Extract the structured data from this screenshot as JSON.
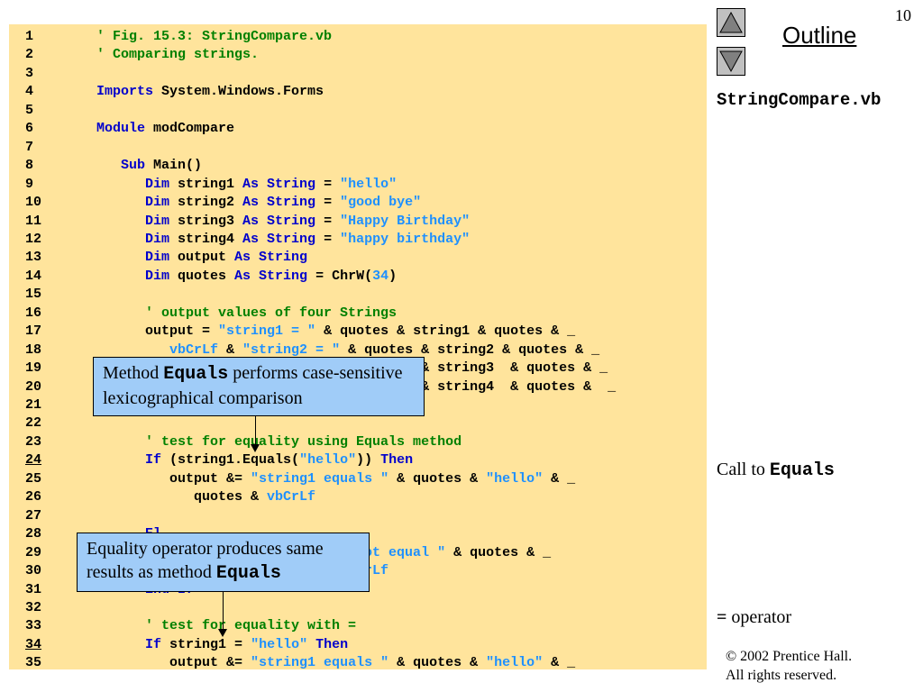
{
  "page_number": "10",
  "outline": {
    "title": "Outline",
    "nav_up_icon": "up-triangle",
    "nav_down_icon": "down-triangle",
    "file_name": "StringCompare.vb"
  },
  "side_notes": {
    "call_prefix": "Call to ",
    "call_method": "Equals",
    "operator_symbol": "=",
    "operator_text": " operator"
  },
  "copyright": {
    "line1": "© 2002 Prentice Hall.",
    "line2": "All rights reserved."
  },
  "callouts": {
    "equals_method": {
      "prefix": "Method ",
      "method": "Equals",
      "suffix": " performs case-sensitive lexicographical comparison"
    },
    "equality_operator": {
      "prefix": "Equality operator produces same results as method ",
      "method": "Equals"
    }
  },
  "code_lines": [
    {
      "num": "1",
      "tokens": [
        [
          "c",
          "   ' Fig. 15.3: StringCompare.vb"
        ]
      ]
    },
    {
      "num": "2",
      "tokens": [
        [
          "c",
          "   ' Comparing strings."
        ]
      ]
    },
    {
      "num": "3",
      "tokens": []
    },
    {
      "num": "4",
      "tokens": [
        [
          "k",
          "   Imports"
        ],
        [
          "t",
          " System.Windows.Forms"
        ]
      ]
    },
    {
      "num": "5",
      "tokens": []
    },
    {
      "num": "6",
      "tokens": [
        [
          "k",
          "   Module"
        ],
        [
          "t",
          " modCompare"
        ]
      ]
    },
    {
      "num": "7",
      "tokens": []
    },
    {
      "num": "8",
      "tokens": [
        [
          "k",
          "      Sub"
        ],
        [
          "t",
          " Main()"
        ]
      ]
    },
    {
      "num": "9",
      "tokens": [
        [
          "k",
          "         Dim"
        ],
        [
          "t",
          " string1 "
        ],
        [
          "k",
          "As String"
        ],
        [
          "t",
          " = "
        ],
        [
          "s",
          "\"hello\""
        ]
      ]
    },
    {
      "num": "10",
      "tokens": [
        [
          "k",
          "         Dim"
        ],
        [
          "t",
          " string2 "
        ],
        [
          "k",
          "As String"
        ],
        [
          "t",
          " = "
        ],
        [
          "s",
          "\"good bye\""
        ]
      ]
    },
    {
      "num": "11",
      "tokens": [
        [
          "k",
          "         Dim"
        ],
        [
          "t",
          " string3 "
        ],
        [
          "k",
          "As String"
        ],
        [
          "t",
          " = "
        ],
        [
          "s",
          "\"Happy Birthday\""
        ]
      ]
    },
    {
      "num": "12",
      "tokens": [
        [
          "k",
          "         Dim"
        ],
        [
          "t",
          " string4 "
        ],
        [
          "k",
          "As String"
        ],
        [
          "t",
          " = "
        ],
        [
          "s",
          "\"happy birthday\""
        ]
      ]
    },
    {
      "num": "13",
      "tokens": [
        [
          "k",
          "         Dim"
        ],
        [
          "t",
          " output "
        ],
        [
          "k",
          "As String"
        ]
      ]
    },
    {
      "num": "14",
      "tokens": [
        [
          "k",
          "         Dim"
        ],
        [
          "t",
          " quotes "
        ],
        [
          "k",
          "As String"
        ],
        [
          "t",
          " = ChrW("
        ],
        [
          "s",
          "34"
        ],
        [
          "t",
          ")"
        ]
      ]
    },
    {
      "num": "15",
      "tokens": []
    },
    {
      "num": "16",
      "tokens": [
        [
          "c",
          "         ' output values of four Strings"
        ]
      ]
    },
    {
      "num": "17",
      "tokens": [
        [
          "t",
          "         output = "
        ],
        [
          "s",
          "\"string1 = \""
        ],
        [
          "t",
          " & quotes & string1 & quotes & _"
        ]
      ]
    },
    {
      "num": "18",
      "tokens": [
        [
          "s",
          "            vbCrLf"
        ],
        [
          "t",
          " & "
        ],
        [
          "s",
          "\"string2 = \""
        ],
        [
          "t",
          " & quotes & string2 & quotes & _"
        ]
      ]
    },
    {
      "num": "19",
      "tokens": [
        [
          "t",
          "                                           & string3  & quotes & _"
        ]
      ]
    },
    {
      "num": "20",
      "tokens": [
        [
          "t",
          "                                           & string4  & quotes &  _"
        ]
      ]
    },
    {
      "num": "21",
      "tokens": []
    },
    {
      "num": "22",
      "tokens": []
    },
    {
      "num": "23",
      "tokens": [
        [
          "c",
          "         ' test for equality using Equals method"
        ]
      ]
    },
    {
      "num": "24",
      "ul": true,
      "tokens": [
        [
          "k",
          "         If"
        ],
        [
          "t",
          " (string1.Equals("
        ],
        [
          "s",
          "\"hello\""
        ],
        [
          "t",
          "))"
        ],
        [
          "k",
          " Then"
        ]
      ]
    },
    {
      "num": "25",
      "tokens": [
        [
          "t",
          "            output &= "
        ],
        [
          "s",
          "\"string1 equals \""
        ],
        [
          "t",
          " & quotes & "
        ],
        [
          "s",
          "\"hello\""
        ],
        [
          "t",
          " & _"
        ]
      ]
    },
    {
      "num": "26",
      "tokens": [
        [
          "t",
          "               quotes & "
        ],
        [
          "s",
          "vbCrLf"
        ]
      ]
    },
    {
      "num": "27",
      "tokens": []
    },
    {
      "num": "28",
      "tokens": [
        [
          "k",
          "         El"
        ]
      ]
    },
    {
      "num": "29",
      "tokens": [
        [
          "s",
          "                                   not equal \""
        ],
        [
          "t",
          " & quotes & _"
        ]
      ]
    },
    {
      "num": "30",
      "tokens": [
        [
          "s",
          "                                   CrLf"
        ]
      ]
    },
    {
      "num": "31",
      "tokens": [
        [
          "k",
          "         End If"
        ]
      ]
    },
    {
      "num": "32",
      "tokens": []
    },
    {
      "num": "33",
      "tokens": [
        [
          "c",
          "         ' test for equality with ="
        ]
      ]
    },
    {
      "num": "34",
      "ul": true,
      "tokens": [
        [
          "k",
          "         If"
        ],
        [
          "t",
          " string1 = "
        ],
        [
          "s",
          "\"hello\""
        ],
        [
          "k",
          " Then"
        ]
      ]
    },
    {
      "num": "35",
      "tokens": [
        [
          "t",
          "            output &= "
        ],
        [
          "s",
          "\"string1 equals \""
        ],
        [
          "t",
          " & quotes & "
        ],
        [
          "s",
          "\"hello\""
        ],
        [
          "t",
          " & _"
        ]
      ]
    }
  ]
}
